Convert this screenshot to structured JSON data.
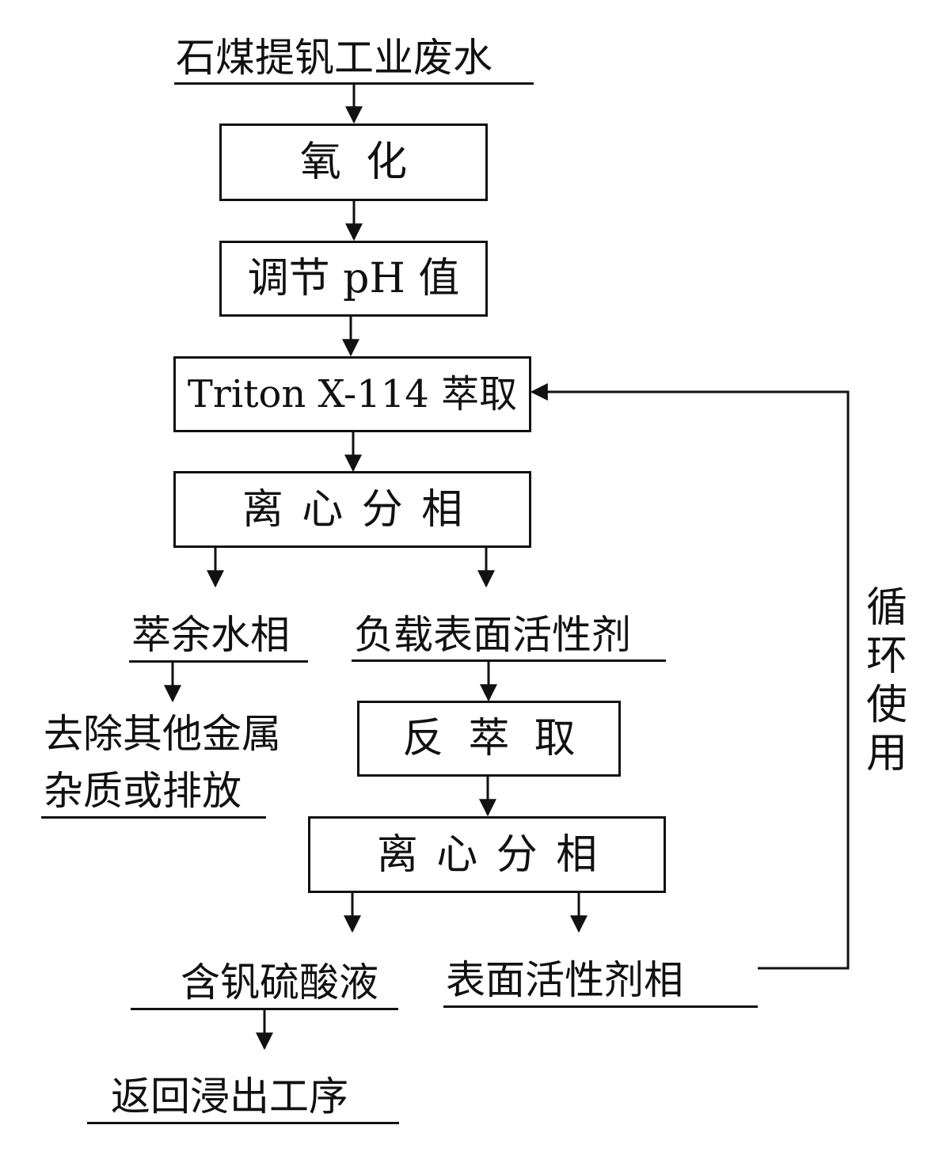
{
  "nodes": {
    "source": "石煤提钒工业废水",
    "oxidation": "氧化",
    "ph_adjust": "调节 pH 值",
    "extraction": "Triton X-114 萃取",
    "separation_1": "离心分相",
    "raffinate": "萃余水相",
    "loaded_surfactant": "负载表面活性剂",
    "remove_metals_line1": "去除其他金属",
    "remove_metals_line2": "杂质或排放",
    "stripping": "反萃取",
    "separation_2": "离心分相",
    "vanadium_acid": "含钒硫酸液",
    "surfactant_phase": "表面活性剂相",
    "return_leaching": "返回浸出工序"
  },
  "recycle_label": "循环使用"
}
